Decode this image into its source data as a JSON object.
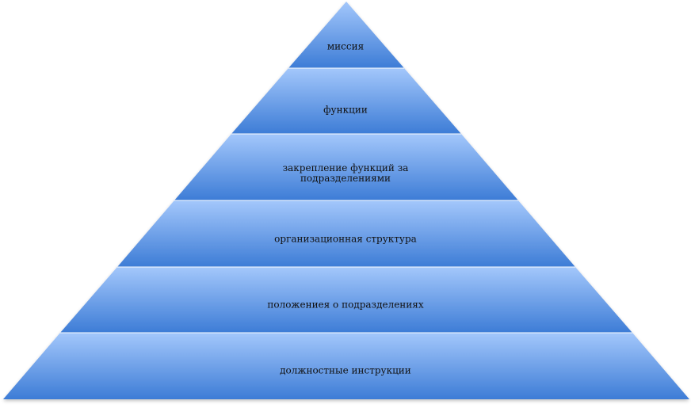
{
  "diagram": {
    "type": "pyramid",
    "levels": [
      {
        "label": "миссия"
      },
      {
        "label": "функции"
      },
      {
        "label": "закрепление функций за подразделениями"
      },
      {
        "label": "организационная структура"
      },
      {
        "label": "положениея о подразделениях"
      },
      {
        "label": "должностные инструкции"
      }
    ],
    "colors": {
      "fill_top": "#9ec2f8",
      "fill_bottom": "#3f7fd9",
      "divider": "#ffffff"
    }
  }
}
